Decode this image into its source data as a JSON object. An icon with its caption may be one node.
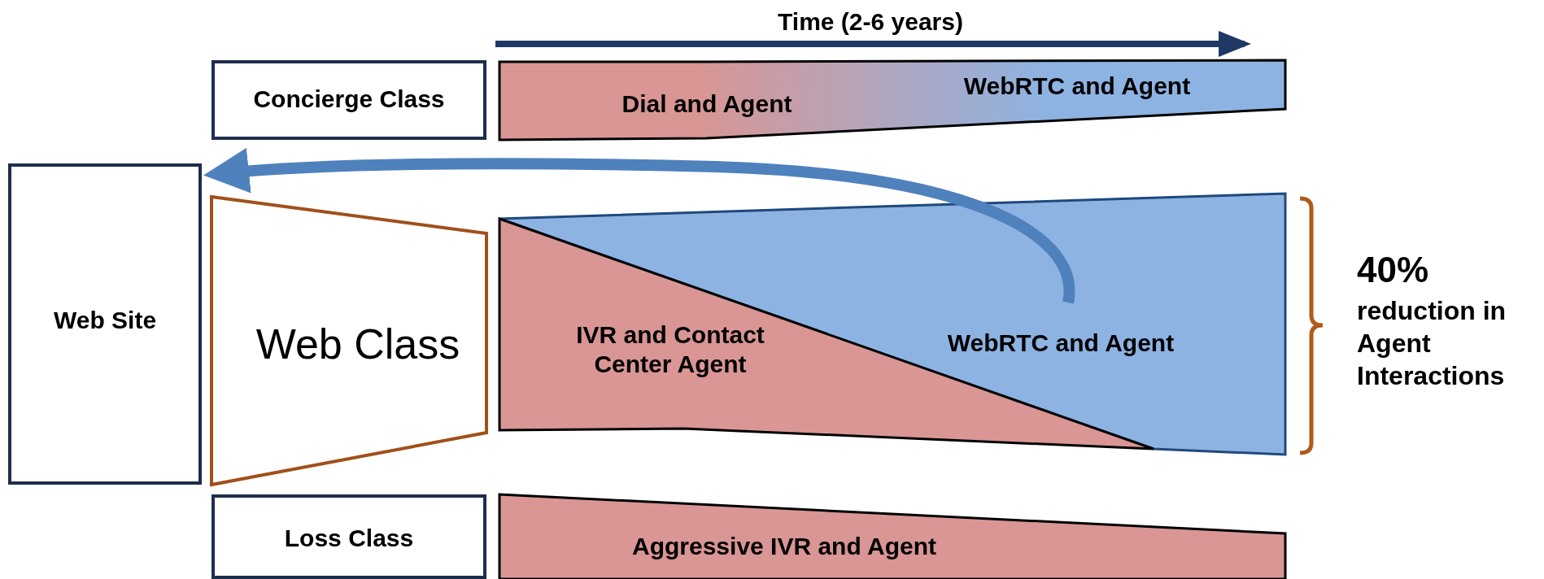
{
  "diagram": {
    "nodes": [
      {
        "text": [
          "Web Site"
        ]
      },
      {
        "text": [
          "Concierge Class"
        ]
      },
      {
        "text": [
          "Web Class"
        ]
      },
      {
        "text": [
          "Loss Class"
        ]
      },
      {
        "text": [
          "Dial and Agent",
          "WebRTC and Agent"
        ]
      },
      {
        "text": [
          "IVR and Contact Center Agent"
        ]
      },
      {
        "text": [
          "WebRTC and Agent"
        ]
      },
      {
        "text": [
          "Aggressive IVR and Agent"
        ]
      }
    ],
    "edges": [
      {
        "from": 6,
        "to": 0,
        "arrow": "to"
      }
    ],
    "labels": [
      "Time (2-6 years)",
      "40%",
      "reduction in Agent Interactions"
    ]
  }
}
